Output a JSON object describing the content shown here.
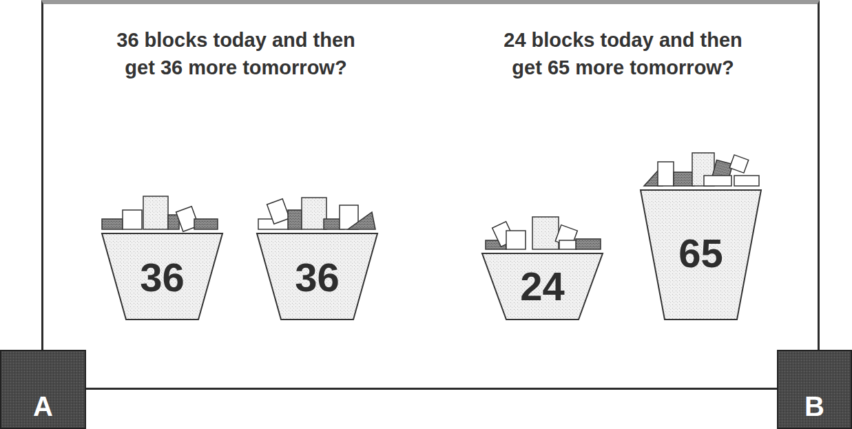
{
  "diagram": {
    "nodes": [
      {
        "text": [
          "36 blocks today and then get 36 more tomorrow?"
        ]
      },
      {
        "text": [
          "36"
        ],
        "in": 0
      },
      {
        "text": [
          "36"
        ],
        "in": 0
      },
      {
        "text": [
          "24 blocks today and then get 65 more tomorrow?"
        ]
      },
      {
        "text": [
          "24"
        ],
        "in": 3
      },
      {
        "text": [
          "65"
        ],
        "in": 3
      },
      {
        "text": [
          "A"
        ]
      },
      {
        "text": [
          "B"
        ]
      }
    ]
  }
}
